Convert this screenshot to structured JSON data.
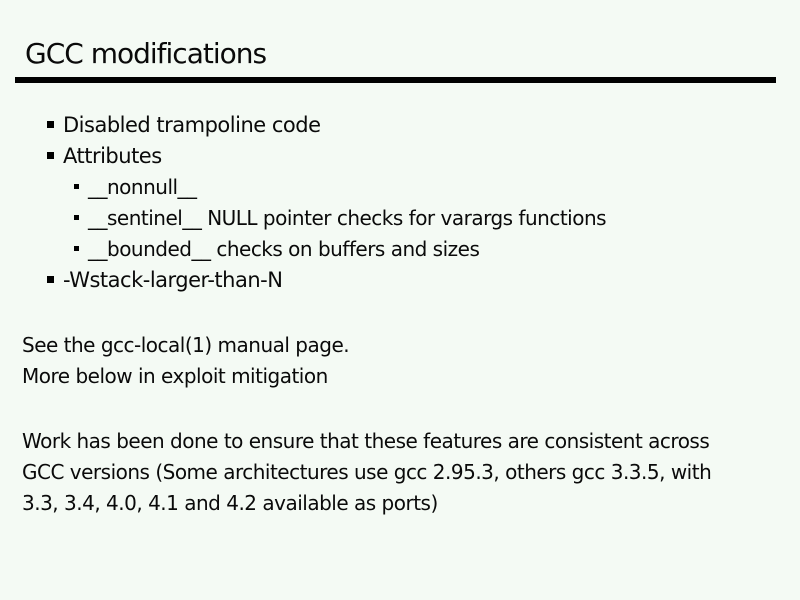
{
  "slide": {
    "title": "GCC modifications",
    "bullets": [
      {
        "level": 1,
        "text": "Disabled trampoline code"
      },
      {
        "level": 1,
        "text": "Attributes"
      },
      {
        "level": 2,
        "text": "__nonnull__"
      },
      {
        "level": 2,
        "text": "__sentinel__ NULL pointer checks for varargs functions"
      },
      {
        "level": 2,
        "text": "__bounded__ checks on buffers and sizes"
      },
      {
        "level": 1,
        "text": "-Wstack-larger-than-N"
      }
    ],
    "see_paragraph": {
      "line1": "See the gcc-local(1) manual page.",
      "line2": "More below in exploit mitigation"
    },
    "work_paragraph": {
      "line1": "Work has been done to ensure that these features are consistent across",
      "line2": "GCC versions (Some architectures use gcc 2.95.3, others gcc 3.3.5, with",
      "line3": "3.3, 3.4, 4.0, 4.1 and 4.2 available as ports)"
    },
    "colors": {
      "background": "#f4faf4",
      "text": "#0a0a0a",
      "rule": "#000000"
    }
  }
}
